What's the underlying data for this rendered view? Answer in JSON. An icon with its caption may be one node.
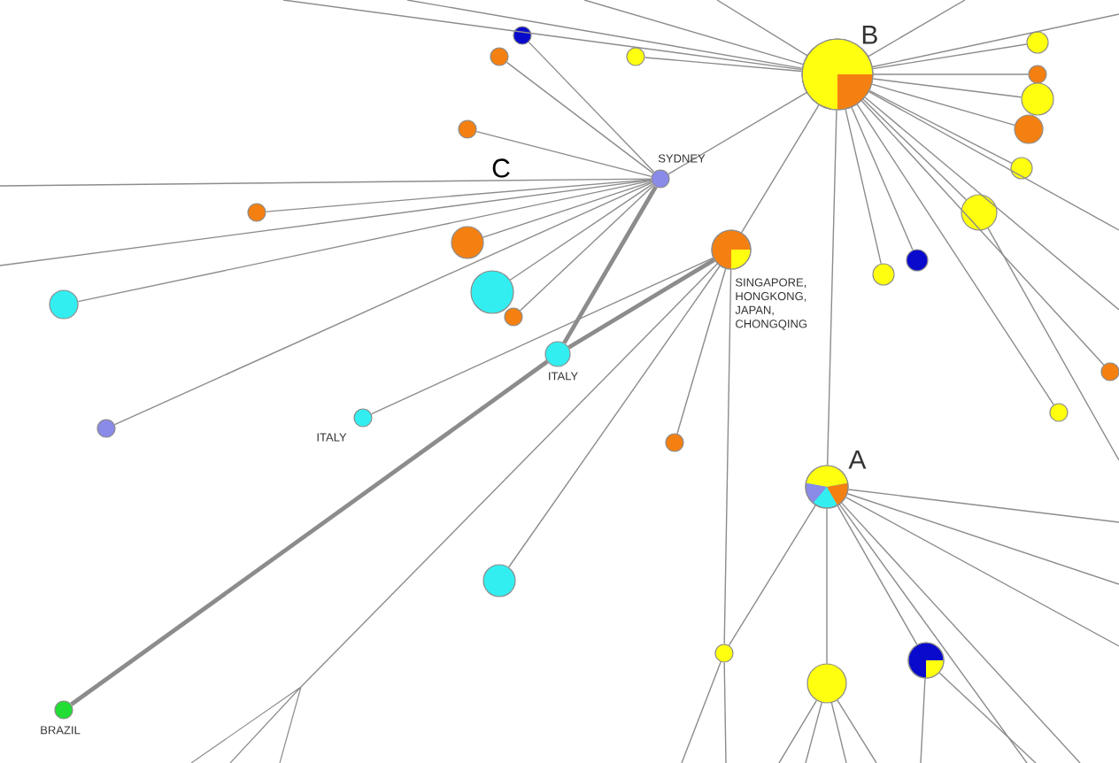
{
  "diagram": {
    "nodes": [
      {
        "text": [],
        "shape": "circle",
        "beside": [
          "B"
        ]
      },
      {
        "text": [],
        "shape": "circle"
      },
      {
        "text": [],
        "shape": "circle"
      },
      {
        "text": [],
        "shape": "circle"
      },
      {
        "text": [],
        "shape": "circle"
      },
      {
        "text": [],
        "shape": "circle",
        "beside": [
          "SYDNEY"
        ]
      },
      {
        "text": [],
        "shape": "circle"
      },
      {
        "text": [],
        "shape": "circle"
      },
      {
        "text": [],
        "shape": "circle"
      },
      {
        "text": [],
        "shape": "circle"
      },
      {
        "text": [],
        "shape": "circle"
      },
      {
        "text": [],
        "shape": "circle"
      },
      {
        "text": [],
        "shape": "circle"
      },
      {
        "text": [],
        "shape": "circle",
        "beside": [
          "SINGAPORE, HONGKONG, JAPAN, CHONGQING"
        ]
      },
      {
        "text": [],
        "shape": "circle"
      },
      {
        "text": [],
        "shape": "circle"
      },
      {
        "text": [],
        "shape": "circle"
      },
      {
        "text": [],
        "shape": "circle"
      },
      {
        "text": [],
        "shape": "circle"
      },
      {
        "text": [],
        "shape": "circle"
      },
      {
        "text": [],
        "shape": "circle",
        "beside": [
          "ITALY"
        ]
      },
      {
        "text": [],
        "shape": "circle",
        "beside": [
          "ITALY"
        ]
      },
      {
        "text": [],
        "shape": "circle"
      },
      {
        "text": [],
        "shape": "circle"
      },
      {
        "text": [],
        "shape": "circle"
      },
      {
        "text": [],
        "shape": "circle"
      },
      {
        "text": [],
        "shape": "circle",
        "beside": [
          "A"
        ]
      },
      {
        "text": [],
        "shape": "circle"
      },
      {
        "text": [],
        "shape": "circle"
      },
      {
        "text": [],
        "shape": "circle"
      },
      {
        "text": [],
        "shape": "circle"
      },
      {
        "text": [],
        "shape": "circle",
        "beside": [
          "BRAZIL"
        ]
      }
    ],
    "edges": [
      {
        "from": 0,
        "to": 3,
        "arrow": "none"
      },
      {
        "from": 0,
        "to": 5,
        "arrow": "none"
      },
      {
        "from": 0,
        "to": 13,
        "arrow": "none"
      },
      {
        "from": 0,
        "to": 6,
        "arrow": "none"
      },
      {
        "from": 0,
        "to": 7,
        "arrow": "none"
      },
      {
        "from": 0,
        "to": 8,
        "arrow": "none"
      },
      {
        "from": 0,
        "to": 9,
        "arrow": "none"
      },
      {
        "from": 0,
        "to": 10,
        "arrow": "none"
      },
      {
        "from": 0,
        "to": 14,
        "arrow": "none"
      },
      {
        "from": 0,
        "to": 15,
        "arrow": "none"
      },
      {
        "from": 0,
        "to": 16,
        "arrow": "none"
      },
      {
        "from": 0,
        "to": 24,
        "arrow": "none"
      },
      {
        "from": 0,
        "to": 25,
        "arrow": "none"
      },
      {
        "from": 0,
        "to": 26,
        "arrow": "none"
      },
      {
        "from": 5,
        "to": 1,
        "arrow": "none"
      },
      {
        "from": 5,
        "to": 2,
        "arrow": "none"
      },
      {
        "from": 5,
        "to": 4,
        "arrow": "none"
      },
      {
        "from": 5,
        "to": 11,
        "arrow": "none"
      },
      {
        "from": 5,
        "to": 12,
        "arrow": "none"
      },
      {
        "from": 5,
        "to": 18,
        "arrow": "none"
      },
      {
        "from": 5,
        "to": 17,
        "arrow": "none"
      },
      {
        "from": 5,
        "to": 19,
        "arrow": "none"
      },
      {
        "from": 5,
        "to": 20,
        "arrow": "none",
        "style": "thick"
      },
      {
        "from": 5,
        "to": 22,
        "arrow": "none"
      },
      {
        "from": 13,
        "to": 20,
        "arrow": "none",
        "style": "thick"
      },
      {
        "from": 13,
        "to": 21,
        "arrow": "none"
      },
      {
        "from": 13,
        "to": 23,
        "arrow": "none"
      },
      {
        "from": 13,
        "to": 27,
        "arrow": "none"
      },
      {
        "from": 13,
        "to": 28,
        "arrow": "none"
      },
      {
        "from": 20,
        "to": 31,
        "arrow": "none",
        "style": "thick"
      },
      {
        "from": 26,
        "to": 28,
        "arrow": "none"
      },
      {
        "from": 26,
        "to": 29,
        "arrow": "none"
      },
      {
        "from": 26,
        "to": 30,
        "arrow": "none"
      },
      {
        "from": null,
        "to": 13,
        "arrow": "none"
      },
      {
        "from": 0,
        "to": null,
        "arrow": "none"
      },
      {
        "from": 0,
        "to": null,
        "arrow": "none"
      },
      {
        "from": 0,
        "to": null,
        "arrow": "none"
      },
      {
        "from": 0,
        "to": null,
        "arrow": "none"
      },
      {
        "from": 0,
        "to": null,
        "arrow": "none"
      },
      {
        "from": 0,
        "to": null,
        "arrow": "none"
      },
      {
        "from": 0,
        "to": null,
        "arrow": "none"
      },
      {
        "from": 0,
        "to": null,
        "arrow": "none"
      },
      {
        "from": 5,
        "to": null,
        "arrow": "none"
      },
      {
        "from": 5,
        "to": null,
        "arrow": "none"
      },
      {
        "from": 26,
        "to": null,
        "arrow": "none"
      },
      {
        "from": 26,
        "to": null,
        "arrow": "none"
      },
      {
        "from": 26,
        "to": null,
        "arrow": "none"
      },
      {
        "from": 26,
        "to": null,
        "arrow": "none"
      },
      {
        "from": 26,
        "to": null,
        "arrow": "none"
      },
      {
        "from": 30,
        "to": null,
        "arrow": "none"
      },
      {
        "from": 30,
        "to": null,
        "arrow": "none"
      },
      {
        "from": 29,
        "to": null,
        "arrow": "none"
      },
      {
        "from": 29,
        "to": null,
        "arrow": "none"
      },
      {
        "from": 29,
        "to": null,
        "arrow": "none"
      },
      {
        "from": 29,
        "to": null,
        "arrow": "none"
      },
      {
        "from": 28,
        "to": null,
        "arrow": "none"
      },
      {
        "from": 28,
        "to": null,
        "arrow": "none"
      },
      {
        "from": 14,
        "to": null,
        "arrow": "none"
      }
    ],
    "labels": [
      "C"
    ]
  }
}
